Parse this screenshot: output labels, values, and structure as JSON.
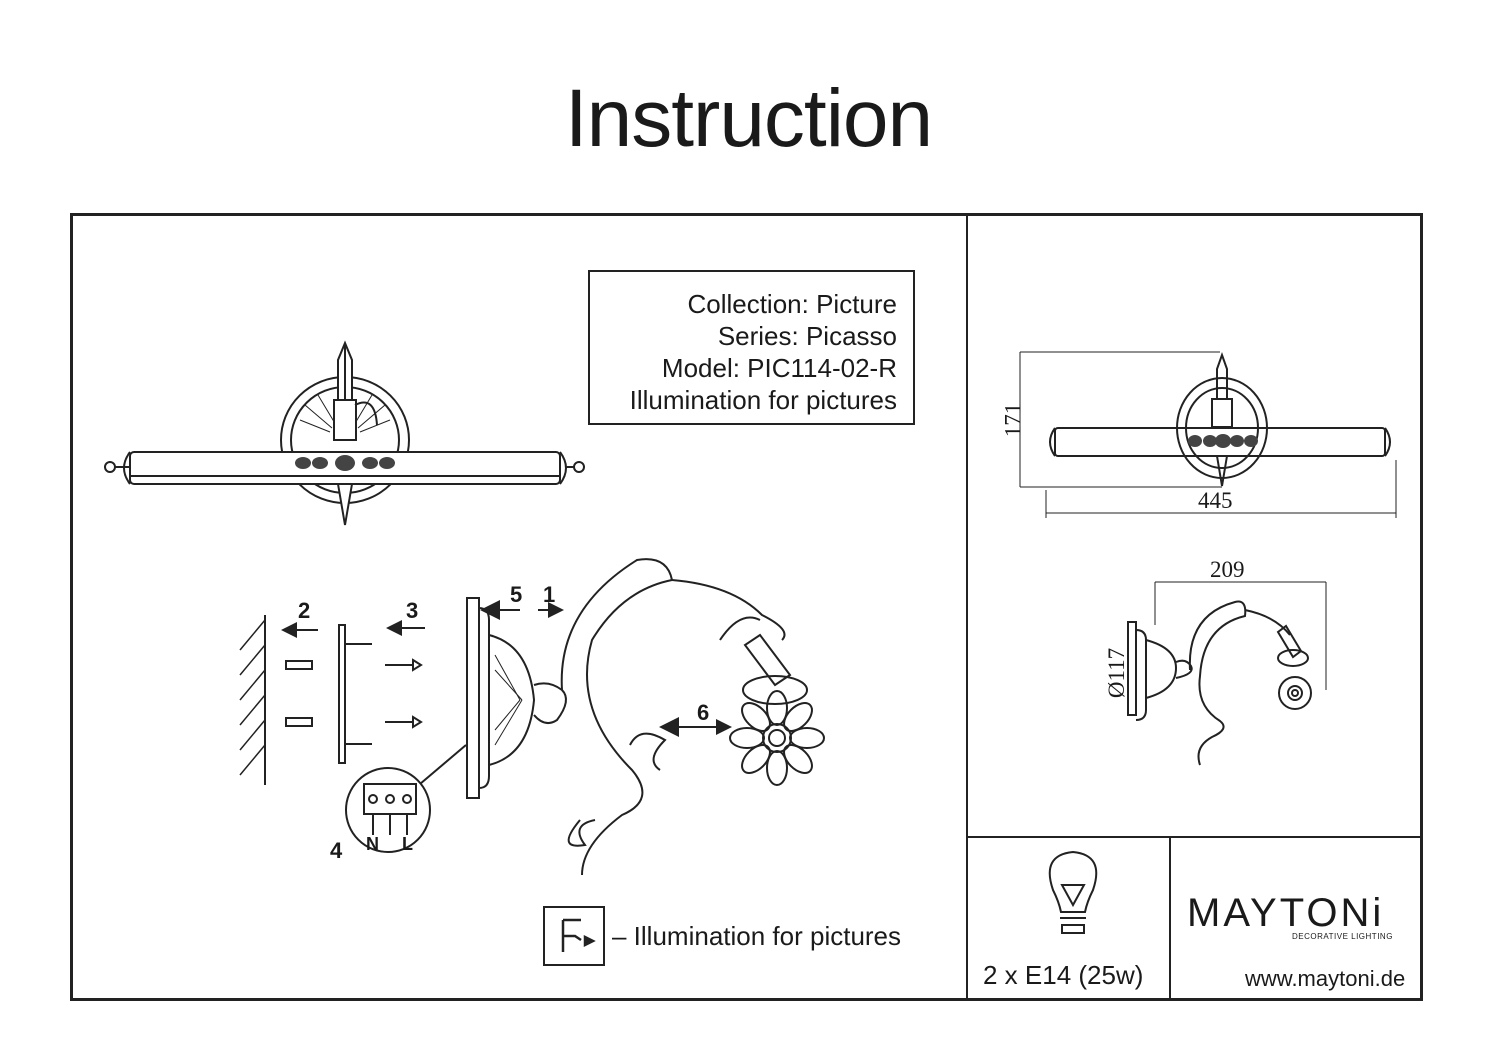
{
  "title": "Instruction",
  "info": {
    "collection": "Collection: Picture",
    "series": "Series: Picasso",
    "model": "Model: PIC114-02-R",
    "purpose": "Illumination for pictures"
  },
  "dimensions": {
    "height": "171",
    "width": "445",
    "depth": "209",
    "base_diameter": "Ø117"
  },
  "steps": [
    "1",
    "2",
    "3",
    "4",
    "5",
    "6"
  ],
  "terminal_labels": [
    "N",
    "L"
  ],
  "legend": {
    "text": "– Illumination for pictures"
  },
  "bulb": {
    "spec": "2 x E14 (25w)",
    "icon": "light-bulb-icon"
  },
  "brand": {
    "name": "MAYTONi",
    "tagline": "DECORATIVE LIGHTING",
    "website": "www.maytoni.de"
  },
  "colors": {
    "ink": "#1a1a1a",
    "background": "#ffffff"
  }
}
